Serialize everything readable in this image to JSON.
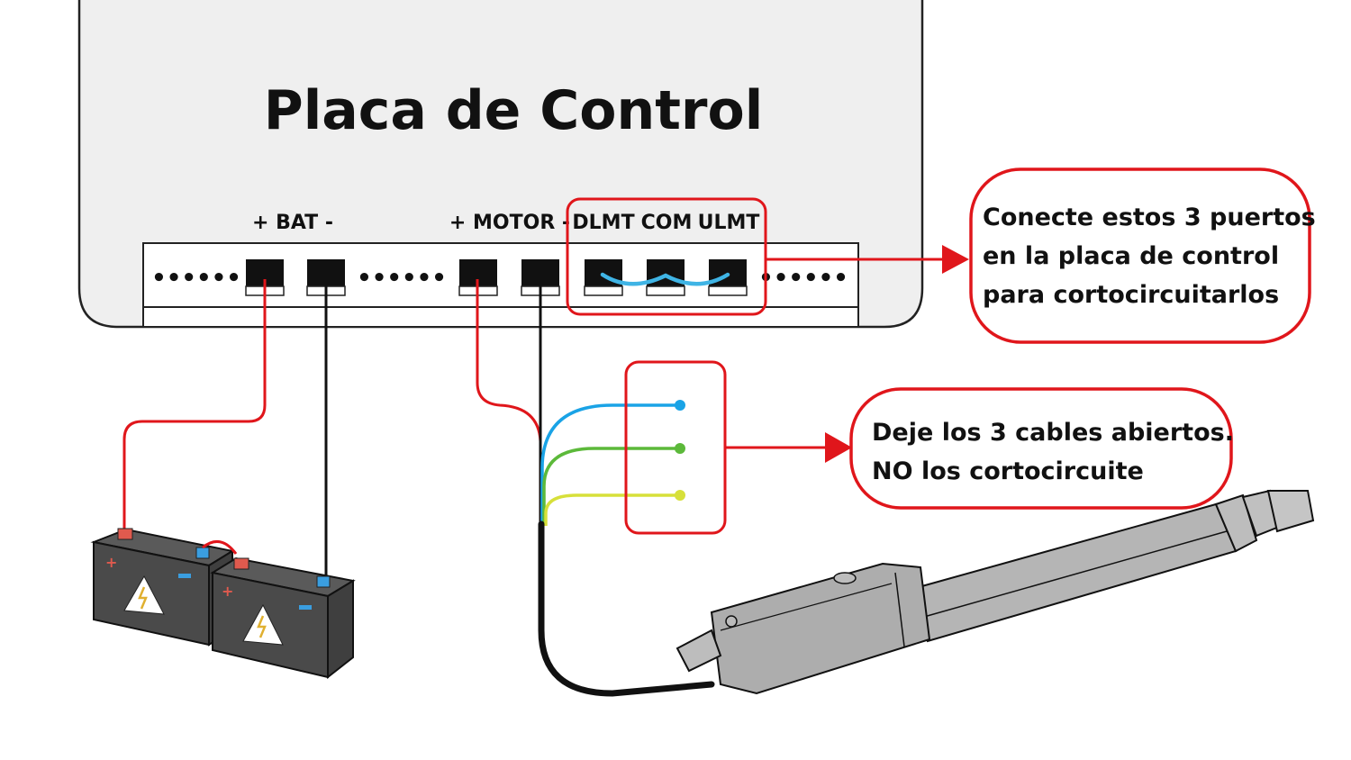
{
  "board": {
    "title": "Placa de Control",
    "labels": {
      "bat": "+  BAT -",
      "motor": "+ MOTOR -",
      "dlmt": "DLMT",
      "com": "COM",
      "ulmt": "ULMT"
    },
    "filler": "••••••"
  },
  "callouts": {
    "short_ports": {
      "lines": [
        "Conecte estos 3 puertos",
        "en la placa de control",
        "para cortocircuitarlos"
      ]
    },
    "open_cables": {
      "lines": [
        "Deje los 3 cables abiertos.",
        "NO los cortocircuite"
      ]
    }
  },
  "colors": {
    "board_bg": "#efefef",
    "highlight_red": "#e0161b",
    "wire_red": "#e0161b",
    "wire_black": "#111111",
    "jumper_blue": "#3fb4e5",
    "wire_blue": "#1aa3e6",
    "wire_green": "#5cb93a",
    "wire_yellow": "#d7e03a",
    "battery_body": "#4a4a4a",
    "terminal_pos": "#e05a4e",
    "terminal_neg": "#3a9ee0",
    "actuator_body": "#b5b5b5"
  },
  "icons": {
    "battery_warning": "high-voltage-warning-icon"
  }
}
